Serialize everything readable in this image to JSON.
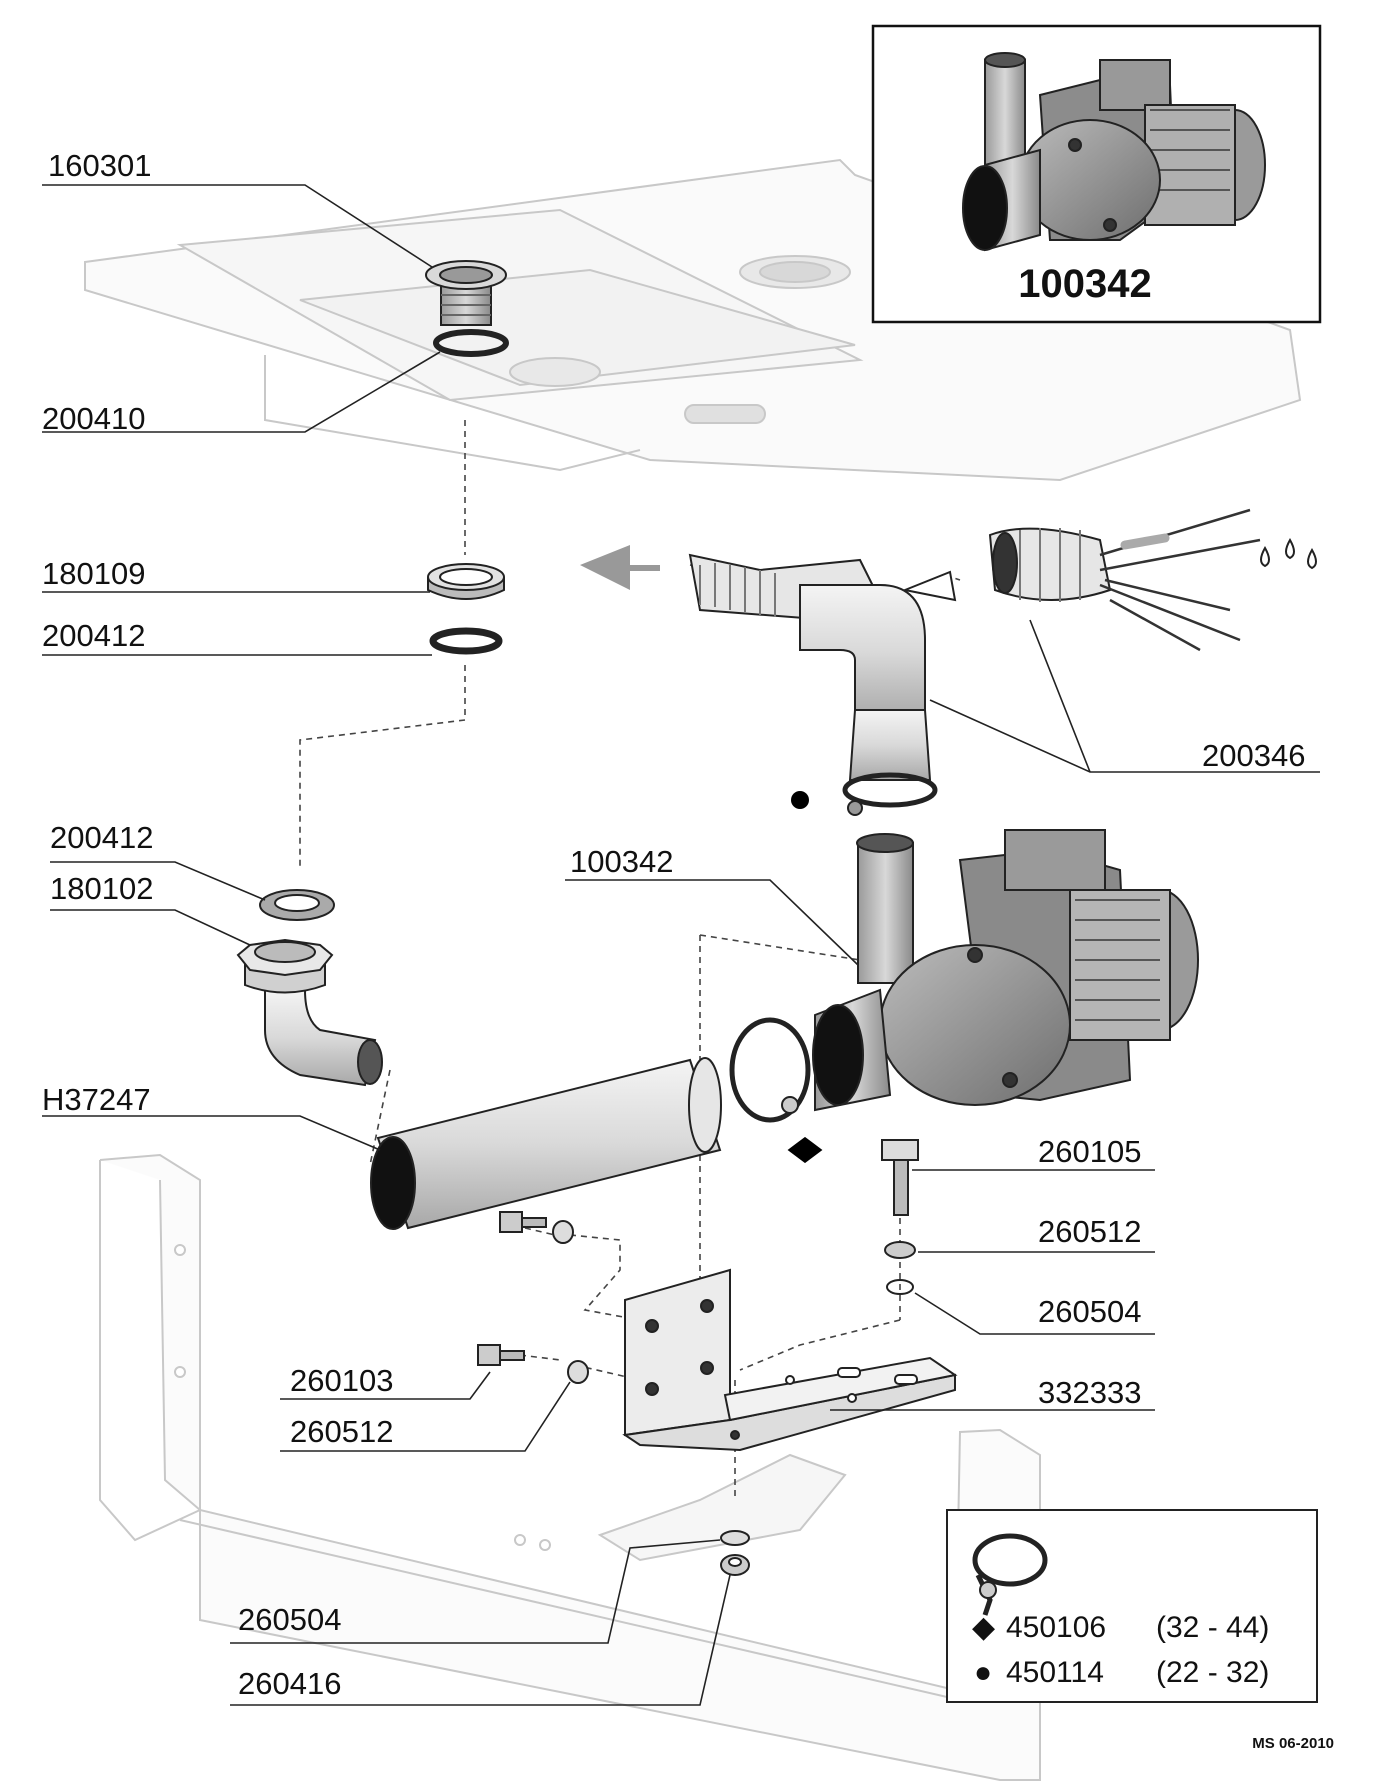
{
  "inset": {
    "part_number": "100342"
  },
  "labels": {
    "l160301": "160301",
    "l200410": "200410",
    "l180109": "180109",
    "l200412a": "200412",
    "l200412b": "200412",
    "l180102": "180102",
    "lH37247": "H37247",
    "l100342": "100342",
    "l200346": "200346",
    "l260105": "260105",
    "l260512a": "260512",
    "l260504a": "260504",
    "l332333": "332333",
    "l260103": "260103",
    "l260512b": "260512",
    "l260504b": "260504",
    "l260416": "260416"
  },
  "legend": {
    "rows": [
      {
        "symbol": "diamond-icon",
        "code": "450106",
        "range": "(32 - 44)"
      },
      {
        "symbol": "dot-icon",
        "code": "450114",
        "range": "(22 - 32)"
      }
    ]
  },
  "footer": {
    "code": "MS 06-2010"
  }
}
